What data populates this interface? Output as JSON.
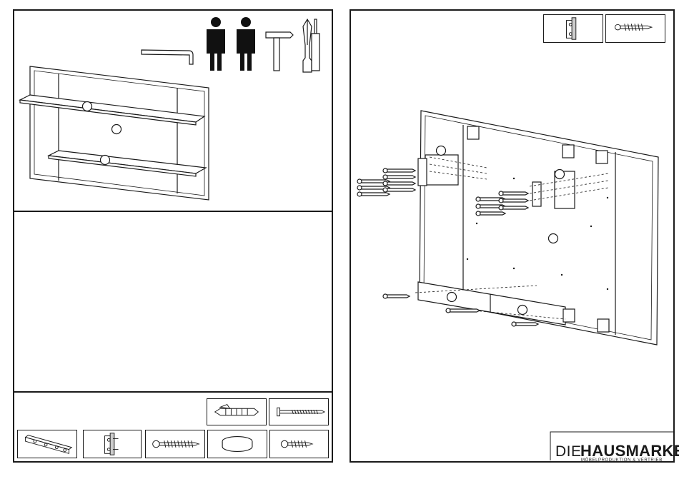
{
  "document": {
    "left_page": {
      "overview_step": {
        "tools": [
          "allen-key-icon",
          "two-person-icon",
          "hammer-icon",
          "screwdriver-icon"
        ],
        "parts_shown": [
          "wall-panel",
          "shelf-upper",
          "shelf-lower"
        ]
      },
      "hardware_list": {
        "items": [
          "wall-dowel-with-screw",
          "long-screw",
          "hanging-rail",
          "bracket-hinge",
          "wood-screw",
          "round-pad",
          "short-screw"
        ]
      }
    },
    "right_page": {
      "hardware_used": [
        "bracket-hinge",
        "wood-screw"
      ]
    },
    "brand": {
      "die": "DIE",
      "hausmarke": "HAUSMARKE",
      "tagline": "MÖBELPRODUKTION & VERTRIEB"
    }
  }
}
